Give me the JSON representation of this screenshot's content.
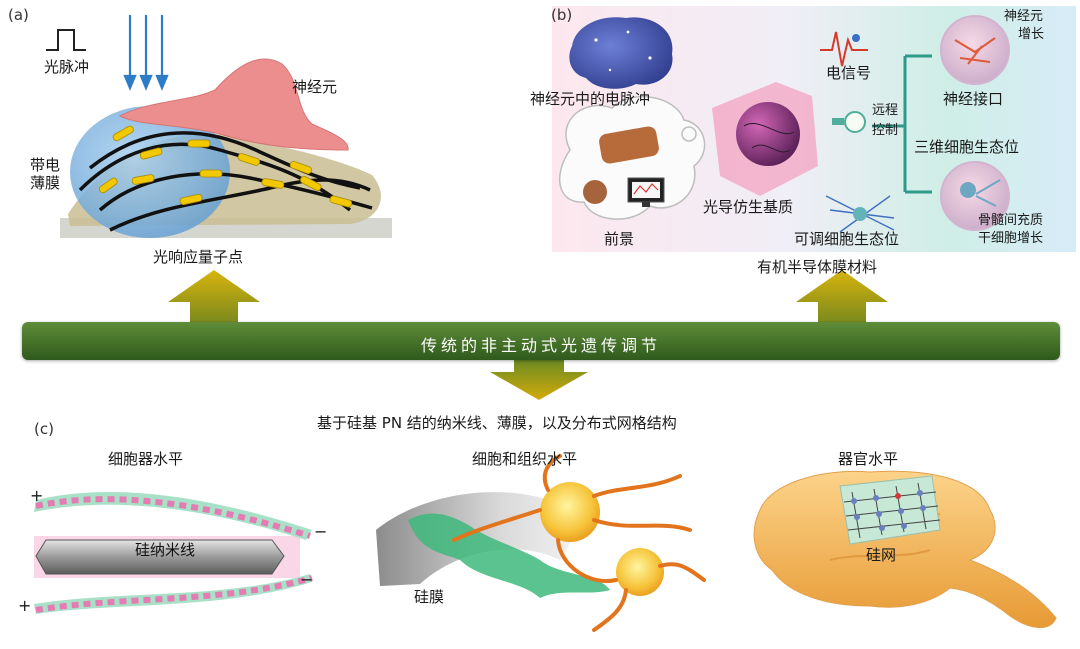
{
  "panel_a": {
    "tag": "(a)",
    "pulse_label": "光脉冲",
    "neuron_label": "神经元",
    "membrane_label_line1": "带电",
    "membrane_label_line2": "薄膜",
    "caption": "光响应量子点"
  },
  "panel_b": {
    "tag": "(b)",
    "neuron_pulse_label": "神经元中的电脉冲",
    "prospect_label": "前景",
    "scaffold_label": "光导仿生基质",
    "signal_label": "电信号",
    "remote_line1": "远程",
    "remote_line2": "控制",
    "neural_interface_label": "神经接口",
    "neuron_growth_line1": "神经元",
    "neuron_growth_line2": "增长",
    "niche_3d_label": "三维细胞生态位",
    "tunable_niche_label": "可调细胞生态位",
    "bone_line1": "骨髓间充质",
    "bone_line2": "干细胞增长",
    "caption": "有机半导体膜材料"
  },
  "banner": {
    "text": "传统的非主动式光遗传调节",
    "color": "#3f6b27"
  },
  "panel_c": {
    "tag": "(c)",
    "subtitle": "基于硅基 PN 结的纳米线、薄膜，以及分布式网格结构",
    "organelle_title": "细胞器水平",
    "nanowire_label": "硅纳米线",
    "plus_top": "+",
    "minus_top": "−",
    "plus_bottom": "+",
    "minus_bottom": "−",
    "tissue_title": "细胞和组织水平",
    "film_label": "硅膜",
    "organ_title": "器官水平",
    "mesh_label": "硅网"
  },
  "colors": {
    "arrow_gold": "#c9a20a",
    "neuron_pink": "#ec8e8e",
    "brain_orange": "#f4b75a"
  }
}
